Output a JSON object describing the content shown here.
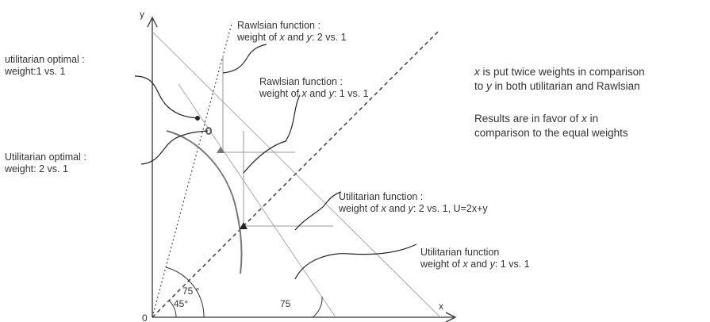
{
  "axes": {
    "x_label": "x",
    "y_label": "y",
    "origin_label": "0"
  },
  "angles": {
    "angle_75_upper": "75 °",
    "angle_45": "45°",
    "angle_75_lower": "75"
  },
  "labels": {
    "rawlsian_2v1": {
      "line1": "Rawlsian function :",
      "line2_pre": "weight of ",
      "x": "x",
      "and": " and ",
      "y": "y",
      "line2_post": ": 2 vs. 1"
    },
    "rawlsian_1v1": {
      "line1": "Rawlsian function :",
      "line2_pre": "weight of ",
      "x": "x",
      "and": " and ",
      "y": "y",
      "line2_post": ": 1 vs. 1"
    },
    "utilitarian_optimal_1v1": {
      "line1": "utilitarian optimal :",
      "line2": "weight:1 vs. 1"
    },
    "utilitarian_optimal_2v1": {
      "line1": "Utilitarian optimal :",
      "line2": "weight:  2 vs. 1"
    },
    "utilitarian_fn_2v1": {
      "line1": "Utilitarian function :",
      "line2_pre": "weight of ",
      "x": "x",
      "and": " and ",
      "y": "y",
      "line2_post": ": 2 vs. 1, U=2x+y"
    },
    "utilitarian_fn_1v1": {
      "line1": "Utilitarian function",
      "line2_pre": "weight of ",
      "x": "x",
      "and": " and ",
      "y": "y",
      "line2_post": ": 1 vs. 1"
    }
  },
  "notes": {
    "note1": {
      "x": "x",
      "line1_rest": " is put twice weights in comparison",
      "line2_pre": "to ",
      "y": "y",
      "line2_rest": " in both utilitarian and Rawlsian"
    },
    "note2": {
      "line1": "Results are in favor of ",
      "x": "x",
      "line1_post": " in",
      "line2": "comparison to the equal weights"
    }
  },
  "colors": {
    "axis": "#333333",
    "curve": "#777777",
    "guide": "#999999",
    "light": "#aaaaaa"
  }
}
